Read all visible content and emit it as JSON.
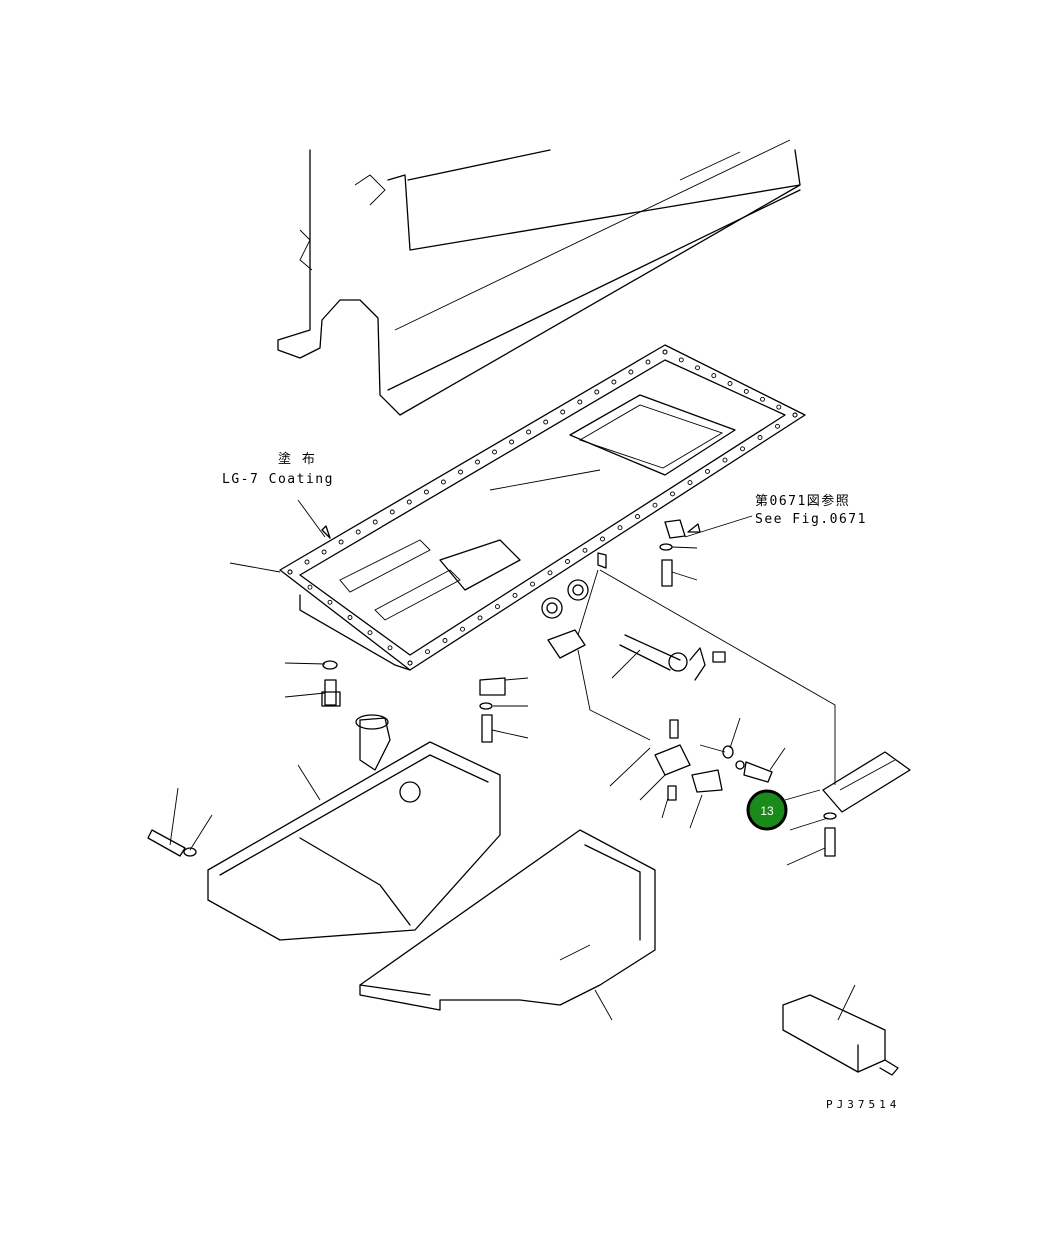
{
  "annotations": {
    "coating_jp": "塗 布",
    "coating_en": "LG-7 Coating",
    "ref_jp": "第0671図参照",
    "ref_en": "See Fig.0671",
    "drawing_code": "PJ37514"
  },
  "callout": {
    "number": "13",
    "fill_color": "#1a8a1a",
    "ring_color": "#000000"
  }
}
